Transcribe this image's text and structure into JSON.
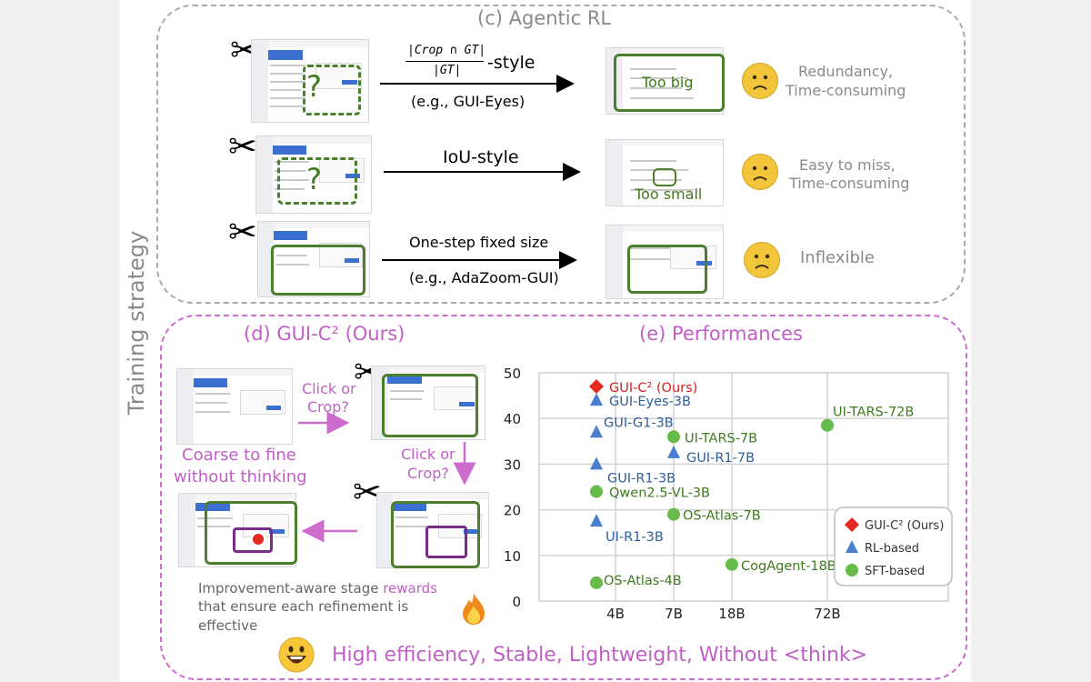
{
  "side_label": "Training strategy",
  "panel_c": {
    "title": "(c) Agentic RL",
    "rows": [
      {
        "formula_num": "|Crop ∩ GT|",
        "formula_den": "|GT|",
        "method": "-style",
        "example": "(e.g., GUI-Eyes)",
        "box_note": "Too big",
        "verdict_1": "Redundancy,",
        "verdict_2": "Time-consuming"
      },
      {
        "method": "IoU-style",
        "box_note": "Too small",
        "verdict_1": "Easy to miss,",
        "verdict_2": "Time-consuming"
      },
      {
        "method": "One-step fixed size",
        "example": "(e.g., AdaZoom-GUI)",
        "verdict_1": "Inflexible"
      }
    ],
    "question_mark": "?"
  },
  "panel_d": {
    "title": "(d) GUI-C² (Ours)",
    "step1": [
      "Click or",
      "Crop?"
    ],
    "step2": [
      "Click or",
      "Crop?"
    ],
    "coarse": [
      "Coarse to fine",
      "without thinking"
    ],
    "note_1": "Improvement-aware stage ",
    "note_rewards": "rewards",
    "note_2": "that ensure each refinement is",
    "note_3": "effective"
  },
  "panel_e": {
    "title": "(e) Performances"
  },
  "footer": "High efficiency, Stable, Lightweight, Without <think>",
  "chart_data": {
    "type": "scatter",
    "title": "(e) Performances",
    "xlabel": "",
    "ylabel": "",
    "categories": [
      "4B",
      "7B",
      "18B",
      "72B"
    ],
    "ylim": [
      0,
      50
    ],
    "yticks": [
      0,
      10,
      20,
      30,
      40,
      50
    ],
    "grid": true,
    "legend_position": "bottom-right",
    "legend": [
      {
        "label": "GUI-C² (Ours)",
        "marker": "diamond",
        "color": "#e22a20"
      },
      {
        "label": "RL-based",
        "marker": "triangle",
        "color": "#4a7fd0"
      },
      {
        "label": "SFT-based",
        "marker": "circle",
        "color": "#66bb4a"
      }
    ],
    "points": [
      {
        "label": "GUI-C² (Ours)",
        "x": "4B",
        "y": 47,
        "kind": "diamond"
      },
      {
        "label": "GUI-Eyes-3B",
        "x": "4B",
        "y": 44,
        "kind": "triangle"
      },
      {
        "label": "GUI-G1-3B",
        "x": "4B",
        "y": 37,
        "kind": "triangle"
      },
      {
        "label": "GUI-R1-3B",
        "x": "4B",
        "y": 30,
        "kind": "triangle"
      },
      {
        "label": "Qwen2.5-VL-3B",
        "x": "4B",
        "y": 24,
        "kind": "circle"
      },
      {
        "label": "UI-R1-3B",
        "x": "4B",
        "y": 17.5,
        "kind": "triangle"
      },
      {
        "label": "OS-Atlas-4B",
        "x": "4B",
        "y": 4,
        "kind": "circle"
      },
      {
        "label": "UI-TARS-7B",
        "x": "7B",
        "y": 36,
        "kind": "circle"
      },
      {
        "label": "GUI-R1-7B",
        "x": "7B",
        "y": 32.5,
        "kind": "triangle"
      },
      {
        "label": "OS-Atlas-7B",
        "x": "7B",
        "y": 19,
        "kind": "circle"
      },
      {
        "label": "CogAgent-18B",
        "x": "18B",
        "y": 8,
        "kind": "circle"
      },
      {
        "label": "UI-TARS-72B",
        "x": "72B",
        "y": 38.5,
        "kind": "circle"
      }
    ]
  }
}
